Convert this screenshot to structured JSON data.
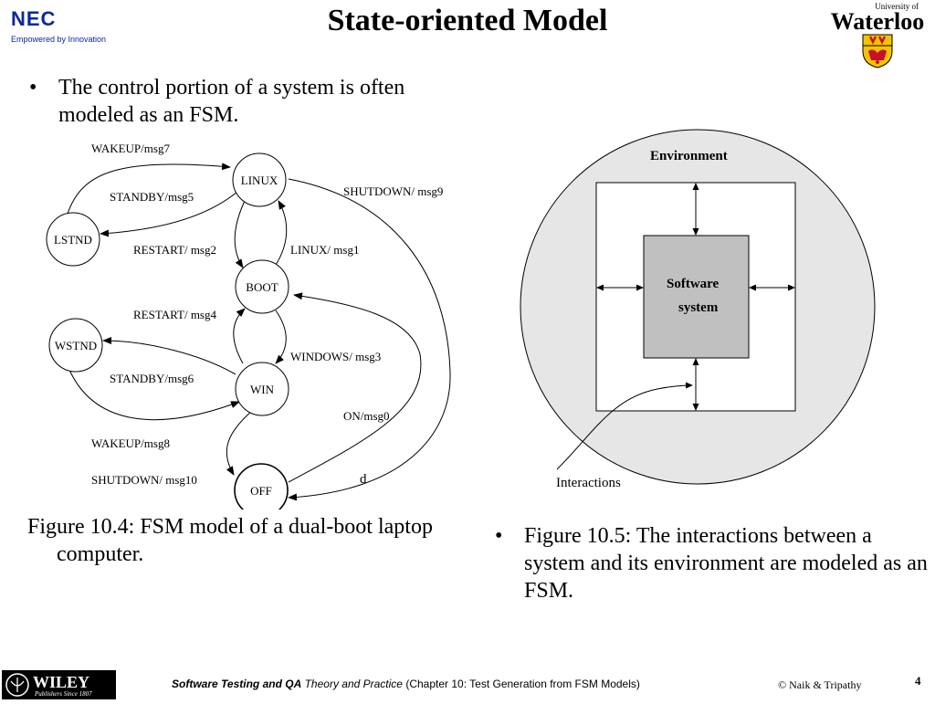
{
  "header": {
    "title": "State-oriented Model",
    "nec_logo": {
      "word": "NEC",
      "tagline": "Empowered by Innovation",
      "color": "#0a2a9a"
    },
    "uw_logo": {
      "small": "University of",
      "big": "Waterloo",
      "crest_colors": [
        "#f5c400",
        "#c8102e",
        "#000000"
      ]
    }
  },
  "bullets_top": [
    {
      "text": "The control portion of a system is often modeled as an FSM."
    }
  ],
  "fsm_figure": {
    "states": {
      "linux": "LINUX",
      "lstnd": "LSTND",
      "boot": "BOOT",
      "wstnd": "WSTND",
      "win": "WIN",
      "off": "OFF"
    },
    "transitions": {
      "wakeup7": "WAKEUP/msg7",
      "standby5": "STANDBY/msg5",
      "shutdown9": "SHUTDOWN/ msg9",
      "restart2": "RESTART/ msg2",
      "linux1": "LINUX/ msg1",
      "restart4": "RESTART/ msg4",
      "windows3": "WINDOWS/ msg3",
      "standby6": "STANDBY/msg6",
      "on0": "ON/msg0",
      "wakeup8": "WAKEUP/msg8",
      "shutdown10": "SHUTDOWN/ msg10",
      "d": "d"
    },
    "caption": "Figure 10.4: FSM model of a dual-boot laptop computer."
  },
  "env_figure": {
    "environment_label": "Environment",
    "software_label_line1": "Software",
    "software_label_line2": "system",
    "interactions_label": "Interactions",
    "circle_fill": "#e6e6e6",
    "software_fill": "#c0c0c0"
  },
  "bullets_bottom": [
    {
      "text": "Figure 10.5: The interactions between a system and its environment are modeled as an FSM."
    }
  ],
  "footer": {
    "wiley_word": "WILEY",
    "wiley_tag": "Publishers Since 1807",
    "book_title": "Software Testing and QA",
    "book_subtitle": "Theory and Practice",
    "chapter": "(Chapter 10: Test Generation from FSM Models)",
    "copyright": "© Naik & Tripathy",
    "page_number": "4"
  }
}
